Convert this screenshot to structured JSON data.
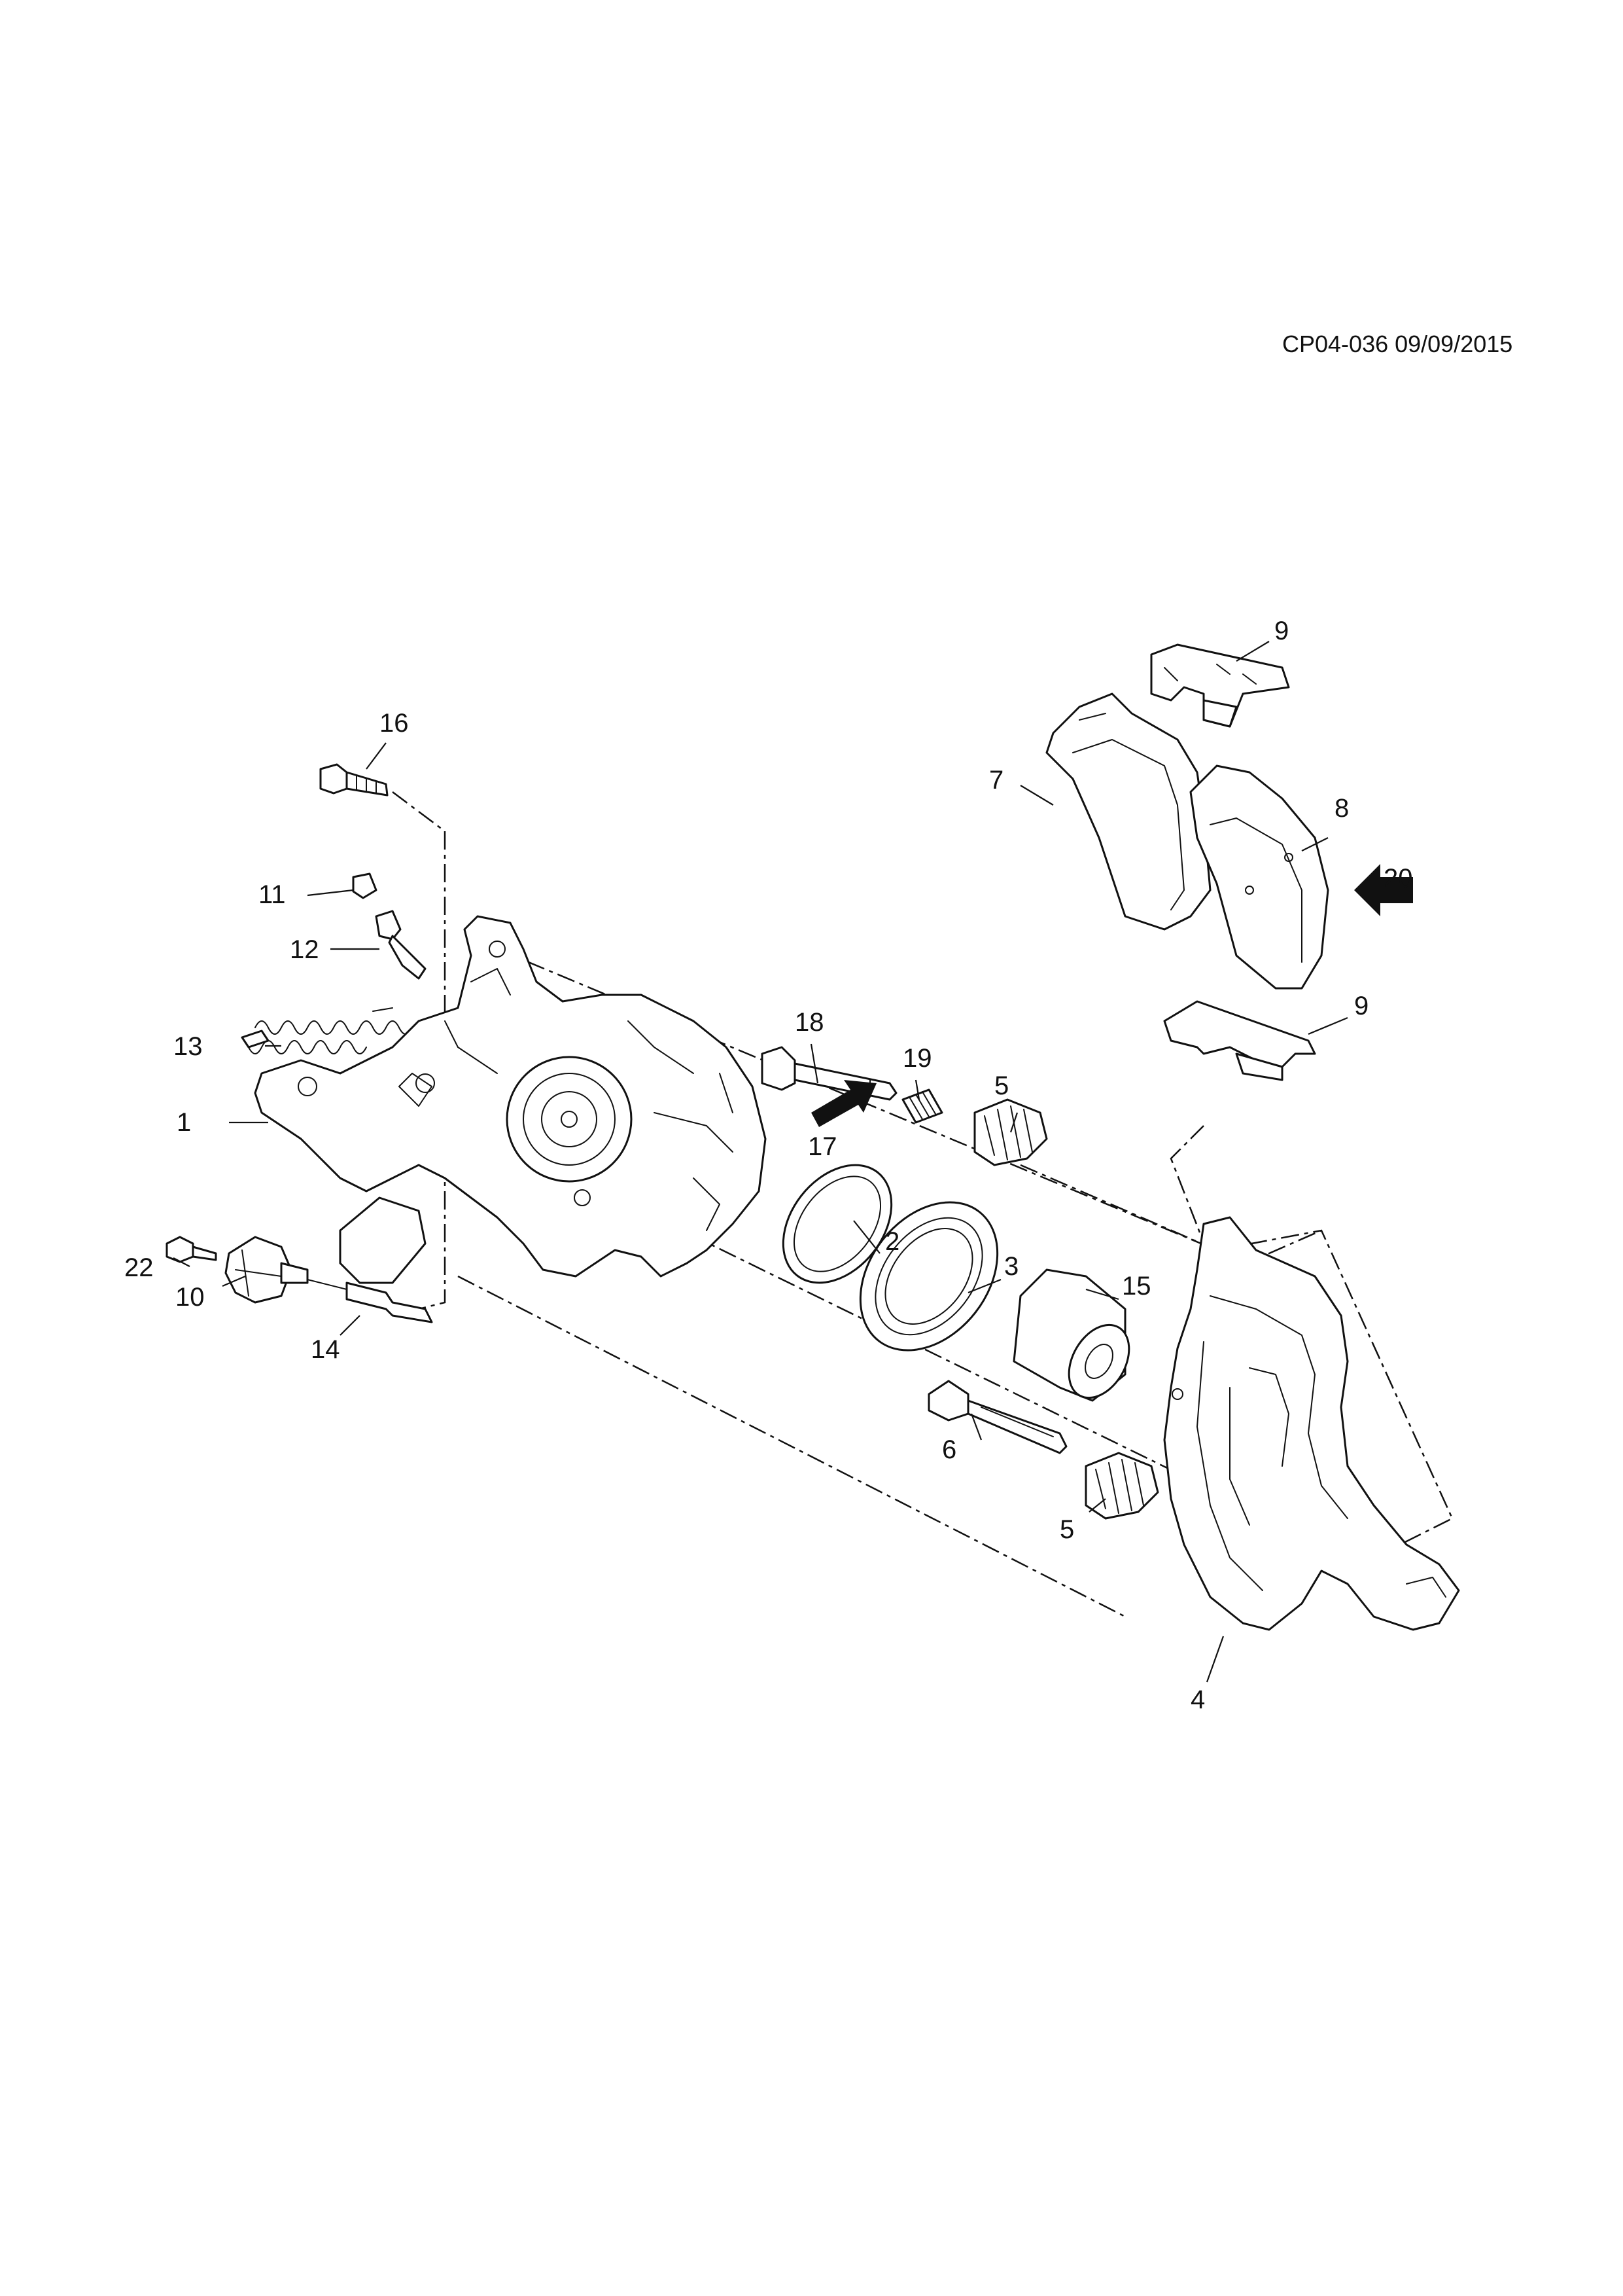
{
  "diagram_code": "CP04-036 09/09/2015",
  "callouts": [
    {
      "id": "c1",
      "label": "1"
    },
    {
      "id": "c2",
      "label": "2"
    },
    {
      "id": "c3",
      "label": "3"
    },
    {
      "id": "c4",
      "label": "4"
    },
    {
      "id": "c5a",
      "label": "5"
    },
    {
      "id": "c5b",
      "label": "5"
    },
    {
      "id": "c6",
      "label": "6"
    },
    {
      "id": "c7",
      "label": "7"
    },
    {
      "id": "c8",
      "label": "8"
    },
    {
      "id": "c9a",
      "label": "9"
    },
    {
      "id": "c9b",
      "label": "9"
    },
    {
      "id": "c10",
      "label": "10"
    },
    {
      "id": "c11",
      "label": "11"
    },
    {
      "id": "c12",
      "label": "12"
    },
    {
      "id": "c13",
      "label": "13"
    },
    {
      "id": "c14",
      "label": "14"
    },
    {
      "id": "c15",
      "label": "15"
    },
    {
      "id": "c16",
      "label": "16"
    },
    {
      "id": "c17",
      "label": "17"
    },
    {
      "id": "c18",
      "label": "18"
    },
    {
      "id": "c19",
      "label": "19"
    },
    {
      "id": "c20",
      "label": "20"
    },
    {
      "id": "c22",
      "label": "22"
    }
  ]
}
